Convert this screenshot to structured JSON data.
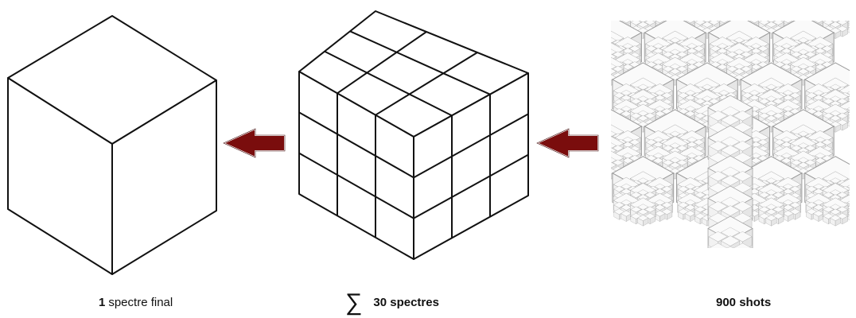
{
  "captions": {
    "left_number": "1",
    "left_text": "spectre final",
    "middle_symbol": "∑",
    "middle_text": "30 spectres",
    "right_text": "900 shots"
  },
  "colors": {
    "arrow_fill": "#7a0d0d",
    "arrow_outline": "#ffffff",
    "line": "#111111",
    "fractal_light": "#f2f2f2",
    "fractal_dark": "#9a9a9a"
  },
  "grid": {
    "middle_cube_divisions": 3,
    "fractal_levels": 4
  }
}
